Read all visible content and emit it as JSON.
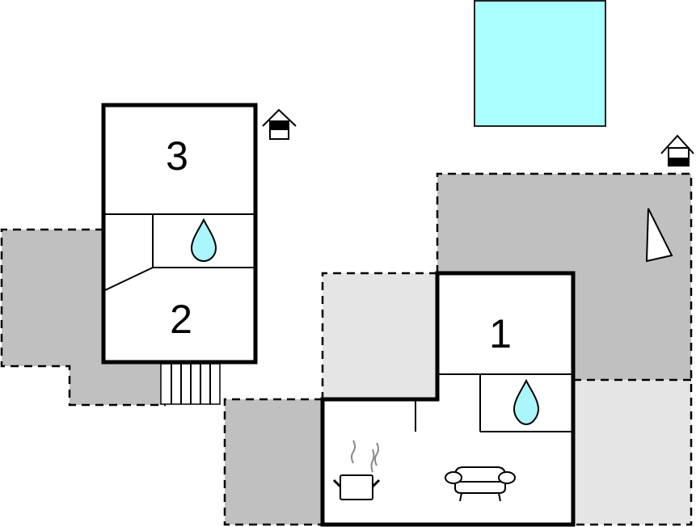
{
  "title": "Floor plan",
  "rooms": [
    {
      "label": "1"
    },
    {
      "label": "2"
    },
    {
      "label": "3"
    }
  ],
  "colors": {
    "pool": "#aaffff",
    "water": "#aaf6fa",
    "terrace_dark": "#c0c0c0",
    "terrace_light": "#e5e5e5",
    "wall": "#000000"
  },
  "icons": [
    "pool",
    "house-entrance-icon",
    "water-drop-icon",
    "stairs",
    "north-arrow-icon",
    "cooking-pot-icon",
    "sofa-icon"
  ]
}
